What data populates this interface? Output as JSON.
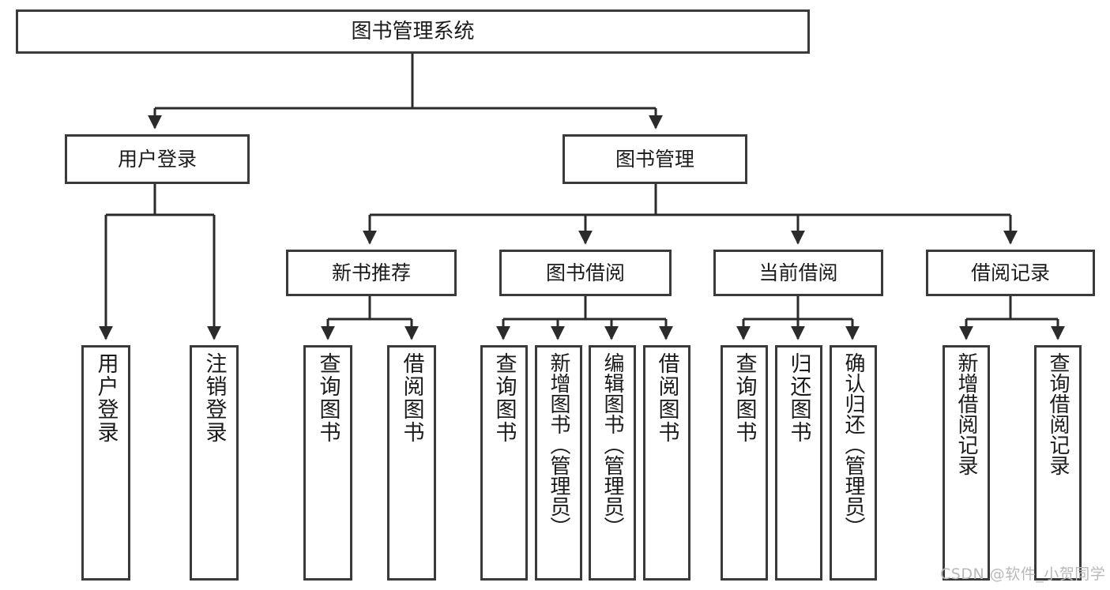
{
  "diagram": {
    "title": "图书管理系统",
    "type": "tree",
    "watermark": "CSDN @软件_小贺同学",
    "colors": {
      "box_border": "#3a3a3a",
      "box_fill": "#ffffff",
      "edge": "#2b2b2b",
      "text": "#1b1b1b",
      "watermark": "#b9b9b9",
      "background": "#ffffff"
    },
    "root": {
      "id": "root",
      "label": "图书管理系统"
    },
    "level2": [
      {
        "id": "user-login",
        "label": "用户登录"
      },
      {
        "id": "book-manage",
        "label": "图书管理"
      }
    ],
    "level3": [
      {
        "id": "new-book-recommend",
        "label": "新书推荐",
        "parent": "book-manage"
      },
      {
        "id": "book-borrow",
        "label": "图书借阅",
        "parent": "book-manage"
      },
      {
        "id": "current-borrow",
        "label": "当前借阅",
        "parent": "book-manage"
      },
      {
        "id": "borrow-record",
        "label": "借阅记录",
        "parent": "book-manage"
      }
    ],
    "leaves": [
      {
        "id": "leaf-user-login",
        "label": "用户登录",
        "parent": "user-login"
      },
      {
        "id": "leaf-user-logout",
        "label": "注销登录",
        "parent": "user-login"
      },
      {
        "id": "leaf-query-book-1",
        "label": "查询图书",
        "parent": "new-book-recommend"
      },
      {
        "id": "leaf-borrow-book-1",
        "label": "借阅图书",
        "parent": "new-book-recommend"
      },
      {
        "id": "leaf-query-book-2",
        "label": "查询图书",
        "parent": "book-borrow"
      },
      {
        "id": "leaf-add-book",
        "label": "新增图书（管理员）",
        "parent": "book-borrow"
      },
      {
        "id": "leaf-edit-book",
        "label": "编辑图书（管理员）",
        "parent": "book-borrow"
      },
      {
        "id": "leaf-borrow-book-2",
        "label": "借阅图书",
        "parent": "book-borrow"
      },
      {
        "id": "leaf-query-book-3",
        "label": "查询图书",
        "parent": "current-borrow"
      },
      {
        "id": "leaf-return-book",
        "label": "归还图书",
        "parent": "current-borrow"
      },
      {
        "id": "leaf-confirm-return",
        "label": "确认归还（管理员）",
        "parent": "current-borrow"
      },
      {
        "id": "leaf-add-record",
        "label": "新增借阅记录",
        "parent": "borrow-record"
      },
      {
        "id": "leaf-query-record",
        "label": "查询借阅记录",
        "parent": "borrow-record"
      }
    ]
  }
}
